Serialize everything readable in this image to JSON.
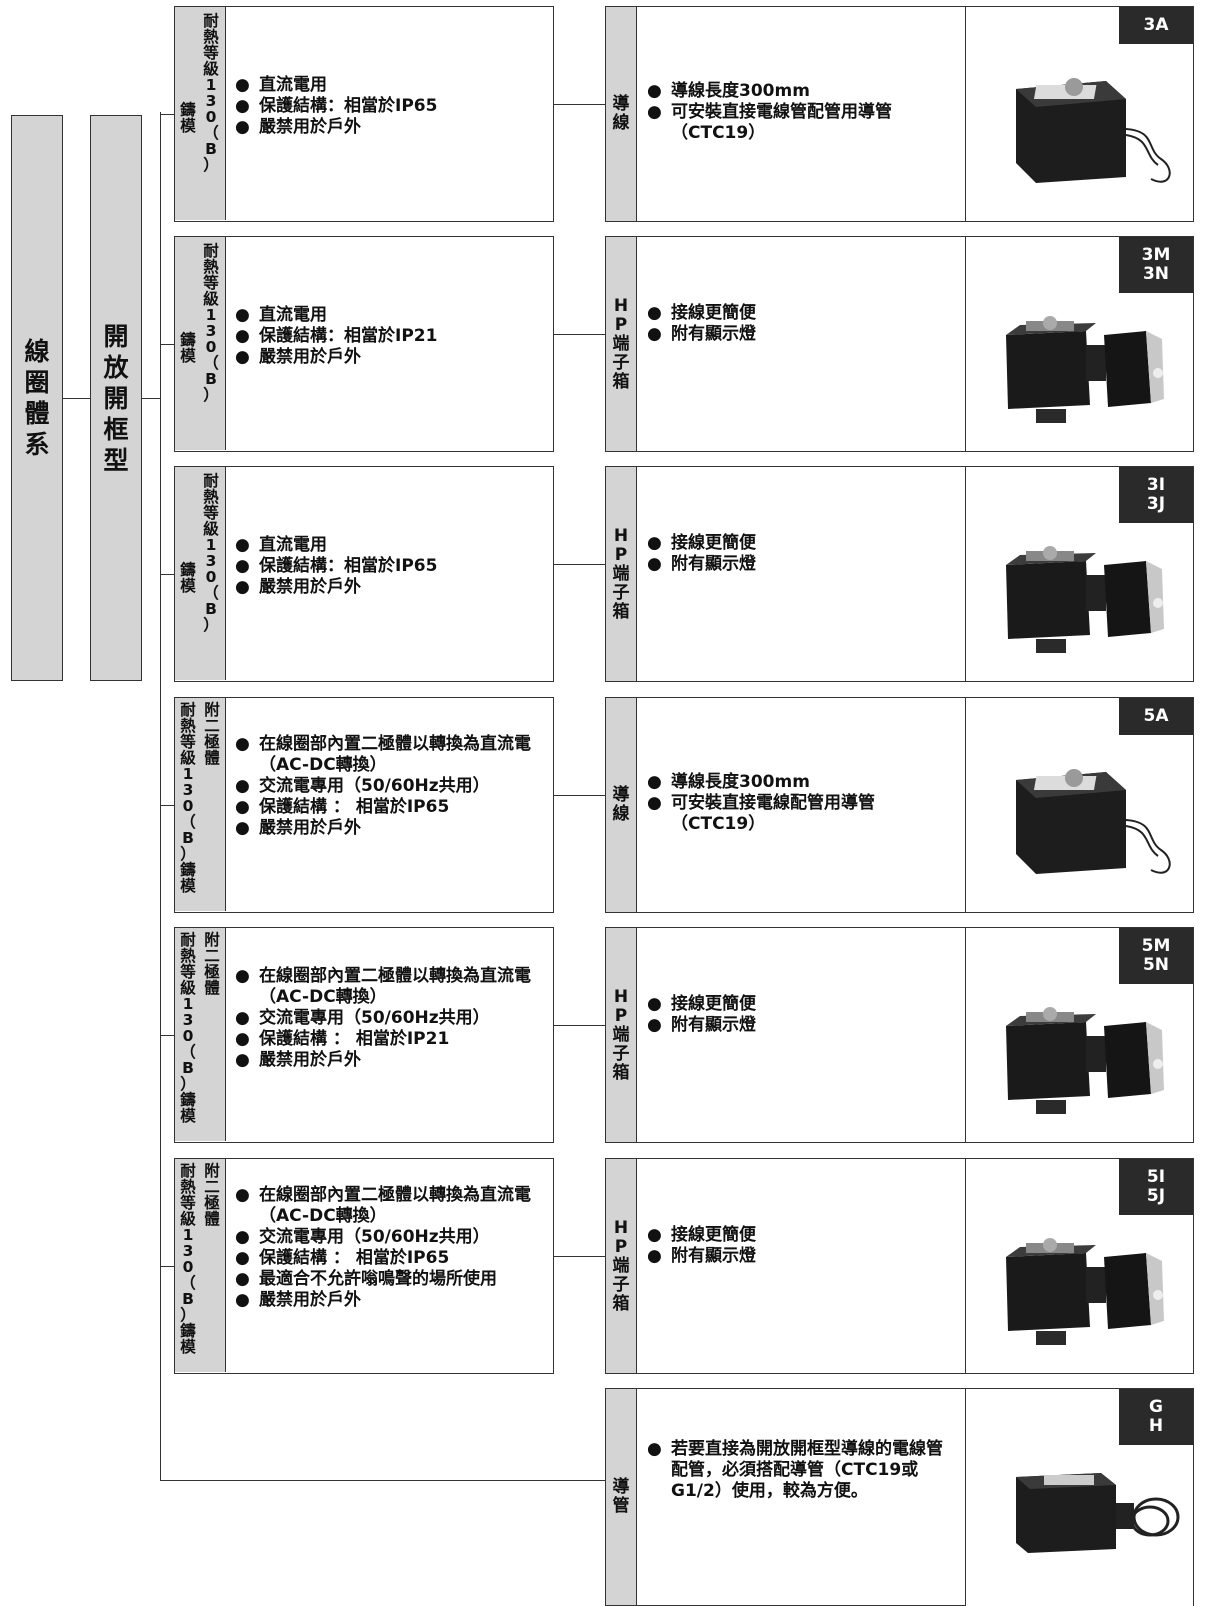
{
  "left": {
    "series_label": "線圈體系",
    "type_label": "開放開框型"
  },
  "rows": [
    {
      "class_left": "鑄模",
      "class_right": "耐熱等級130（B）",
      "features": [
        "直流電用",
        "保護結構：相當於IP65",
        "嚴禁用於戶外"
      ],
      "connection": "導線",
      "desc": [
        "導線長度300mm",
        "可安裝直接電線管配管用導管（CTC19）"
      ],
      "codes": [
        "3A"
      ],
      "image": "lead-wire-coil-photo"
    },
    {
      "class_left": "鑄模",
      "class_right": "耐熱等級130（B）",
      "features": [
        "直流電用",
        "保護結構：相當於IP21",
        "嚴禁用於戶外"
      ],
      "connection": "HP端子箱",
      "desc": [
        "接線更簡便",
        "附有顯示燈"
      ],
      "codes": [
        "3M",
        "3N"
      ],
      "image": "terminal-box-coil-photo"
    },
    {
      "class_left": "鑄模",
      "class_right": "耐熱等級130（B）",
      "features": [
        "直流電用",
        "保護結構：相當於IP65",
        "嚴禁用於戶外"
      ],
      "connection": "HP端子箱",
      "desc": [
        "接線更簡便",
        "附有顯示燈"
      ],
      "codes": [
        "3I",
        "3J"
      ],
      "image": "terminal-box-coil-photo"
    },
    {
      "class_left": "耐熱等級130（B）鑄模",
      "class_right": "附二極體",
      "features": [
        "在線圈部內置二極體以轉換為直流電（AC-DC轉換）",
        "交流電專用（50/60Hz共用）",
        "保護結構 ： 相當於IP65",
        "嚴禁用於戶外"
      ],
      "connection": "導線",
      "desc": [
        "導線長度300mm",
        "可安裝直接電線配管用導管（CTC19）"
      ],
      "codes": [
        "5A"
      ],
      "image": "lead-wire-coil-photo"
    },
    {
      "class_left": "耐熱等級130（B）鑄模",
      "class_right": "附二極體",
      "features": [
        "在線圈部內置二極體以轉換為直流電（AC-DC轉換）",
        "交流電專用（50/60Hz共用）",
        "保護結構 ： 相當於IP21",
        "嚴禁用於戶外"
      ],
      "connection": "HP端子箱",
      "desc": [
        "接線更簡便",
        "附有顯示燈"
      ],
      "codes": [
        "5M",
        "5N"
      ],
      "image": "terminal-box-coil-photo"
    },
    {
      "class_left": "耐熱等級130（B）鑄模",
      "class_right": "附二極體",
      "features": [
        "在線圈部內置二極體以轉換為直流電（AC-DC轉換）",
        "交流電專用（50/60Hz共用）",
        "保護結構 ： 相當於IP65",
        "最適合不允許嗡鳴聲的場所使用",
        "嚴禁用於戶外"
      ],
      "connection": "HP端子箱",
      "desc": [
        "接線更簡便",
        "附有顯示燈"
      ],
      "codes": [
        "5I",
        "5J"
      ],
      "image": "terminal-box-coil-photo"
    }
  ],
  "conduit_row": {
    "connection": "導管",
    "desc": [
      "若要直接為開放開框型導線的電線管配管，必須搭配導管（CTC19或G1/2）使用，較為方便。"
    ],
    "codes": [
      "G",
      "H"
    ],
    "image": "conduit-coil-photo"
  },
  "bullet": "●"
}
